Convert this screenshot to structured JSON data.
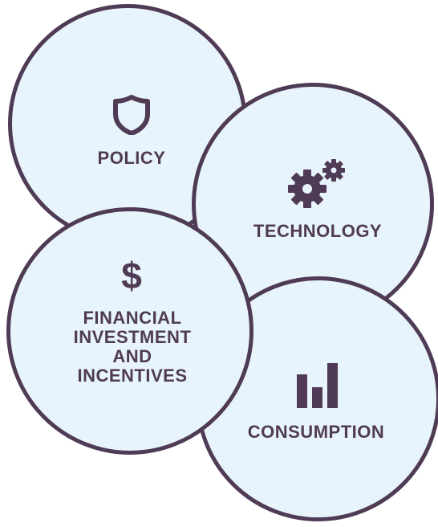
{
  "colors": {
    "outline": "#4f3b55",
    "fill": "#e8f4fb",
    "text": "#4f3b55",
    "background": "#ffffff"
  },
  "circles": {
    "policy": {
      "label": "POLICY",
      "icon": "shield-icon"
    },
    "technology": {
      "label": "TECHNOLOGY",
      "icon": "gears-icon"
    },
    "financial": {
      "label_lines": [
        "FINANCIAL",
        "INVESTMENT",
        "AND",
        "INCENTIVES"
      ],
      "icon": "dollar-icon",
      "icon_glyph": "$"
    },
    "consumption": {
      "label": "CONSUMPTION",
      "icon": "bar-chart-icon"
    }
  }
}
